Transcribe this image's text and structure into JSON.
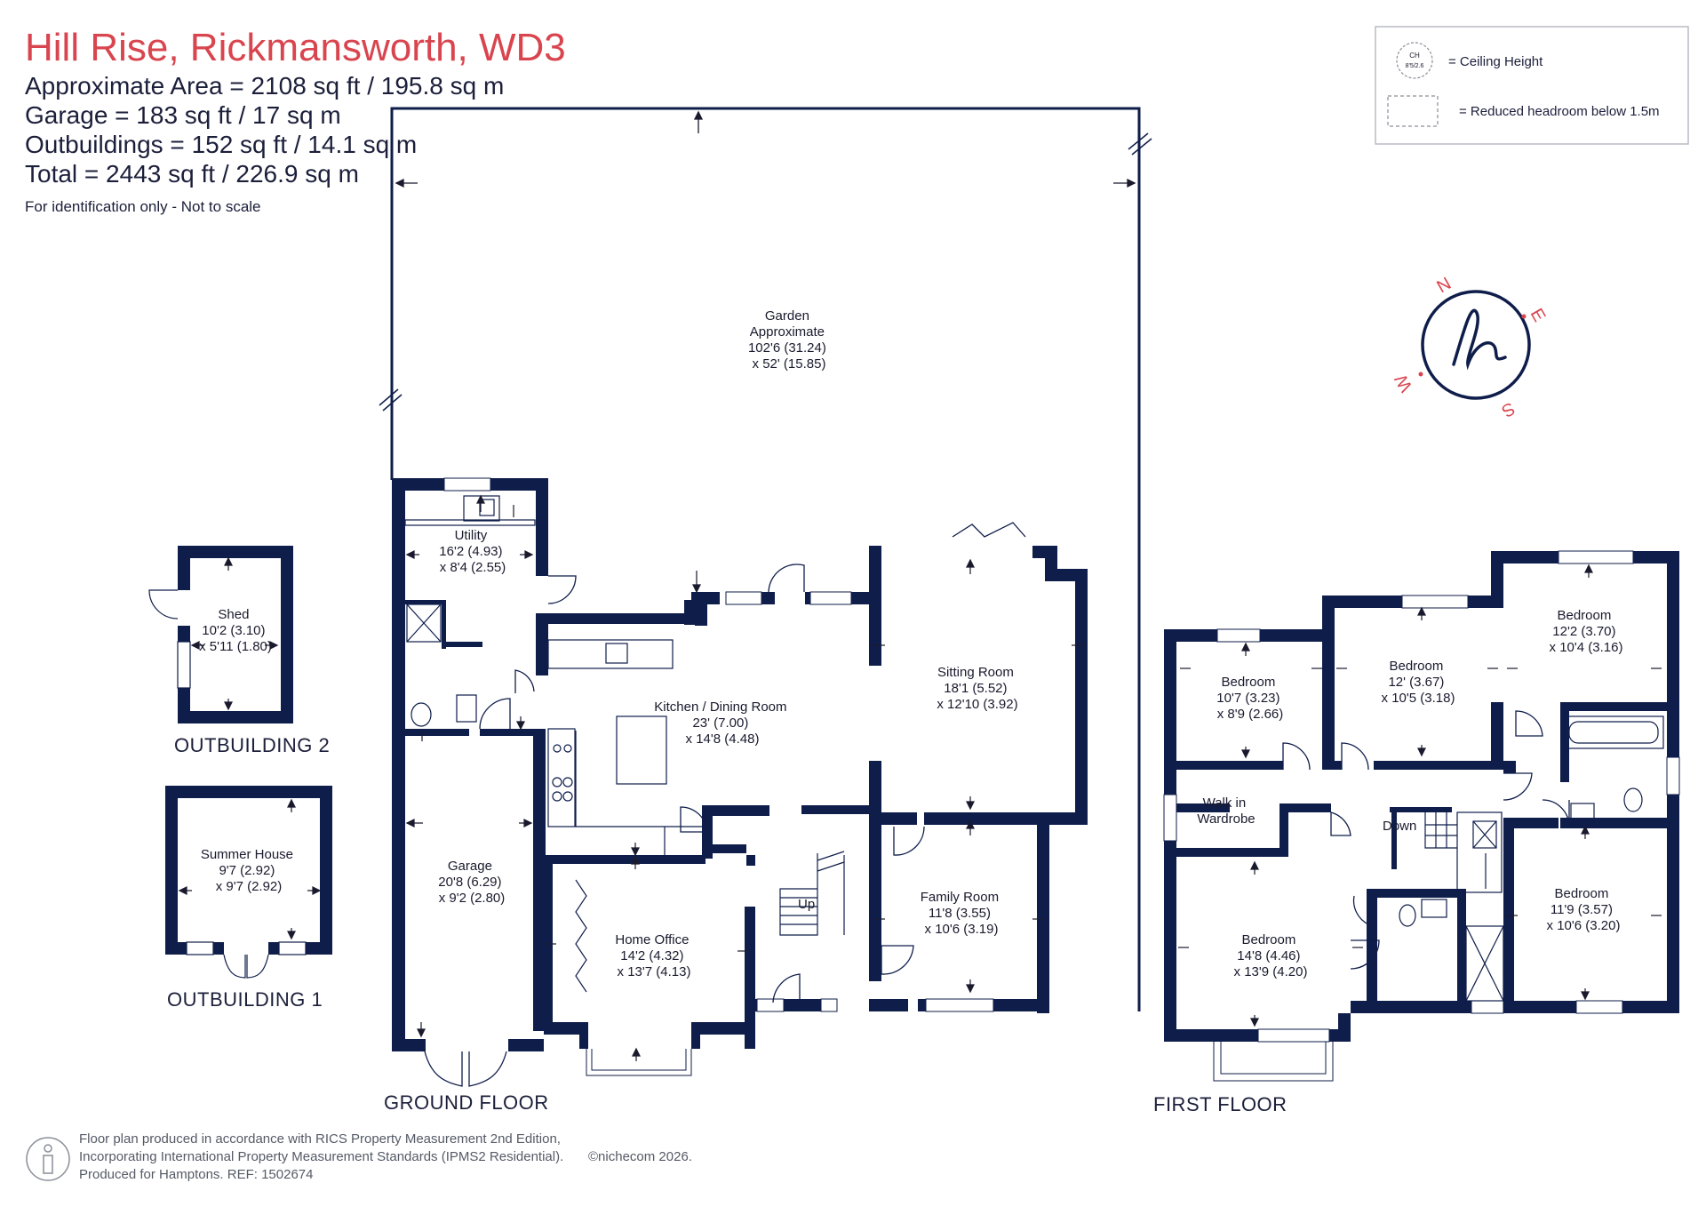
{
  "header": {
    "title": "Hill Rise, Rickmansworth, WD3",
    "area_lines": [
      "Approximate Area = 2108 sq ft / 195.8 sq m",
      "Garage = 183 sq ft / 17 sq m",
      "Outbuildings = 152 sq ft / 14.1 sq m",
      "Total = 2443 sq ft / 226.9 sq m"
    ],
    "note": "For identification only - Not to scale"
  },
  "legend": {
    "ch_symbol_line1": "CH",
    "ch_symbol_line2": "8'5/2.6",
    "ceiling_height": "= Ceiling Height",
    "reduced_headroom": "= Reduced headroom below 1.5m"
  },
  "compass": {
    "n": "N",
    "e": "E",
    "s": "S",
    "w": "W"
  },
  "garden": [
    "Garden",
    "Approximate",
    "102'6 (31.24)",
    "x 52' (15.85)"
  ],
  "rooms": {
    "utility": [
      "Utility",
      "16'2 (4.93)",
      "x 8'4 (2.55)"
    ],
    "kitchen": [
      "Kitchen / Dining Room",
      "23' (7.00)",
      "x 14'8 (4.48)"
    ],
    "sitting": [
      "Sitting Room",
      "18'1 (5.52)",
      "x 12'10 (3.92)"
    ],
    "garage": [
      "Garage",
      "20'8 (6.29)",
      "x 9'2 (2.80)"
    ],
    "office": [
      "Home Office",
      "14'2 (4.32)",
      "x 13'7 (4.13)"
    ],
    "family": [
      "Family Room",
      "11'8 (3.55)",
      "x 10'6 (3.19)"
    ],
    "up": "Up",
    "shed": [
      "Shed",
      "10'2 (3.10)",
      "x 5'11 (1.80)"
    ],
    "summer": [
      "Summer House",
      "9'7 (2.92)",
      "x 9'7 (2.92)"
    ],
    "bed1": [
      "Bedroom",
      "10'7 (3.23)",
      "x 8'9 (2.66)"
    ],
    "bed2": [
      "Bedroom",
      "12' (3.67)",
      "x 10'5 (3.18)"
    ],
    "bed3": [
      "Bedroom",
      "12'2 (3.70)",
      "x 10'4 (3.16)"
    ],
    "walkin": [
      "Walk in",
      "Wardrobe"
    ],
    "down": "Down",
    "bed4": [
      "Bedroom",
      "14'8 (4.46)",
      "x 13'9 (4.20)"
    ],
    "bed5": [
      "Bedroom",
      "11'9 (3.57)",
      "x 10'6 (3.20)"
    ]
  },
  "labels": {
    "outbuilding2": "OUTBUILDING 2",
    "outbuilding1": "OUTBUILDING 1",
    "ground_floor": "GROUND FLOOR",
    "first_floor": "FIRST FLOOR"
  },
  "footer": {
    "lines": [
      "Floor plan produced in accordance with RICS Property Measurement 2nd Edition,",
      "Incorporating International Property Measurement Standards (IPMS2 Residential).",
      "Produced for Hamptons.   REF:  1502674"
    ],
    "copyright": "©nichecom 2026."
  },
  "colors": {
    "wall": "#0f1d4a",
    "accent": "#d9454f",
    "text": "#1b1f3a"
  }
}
